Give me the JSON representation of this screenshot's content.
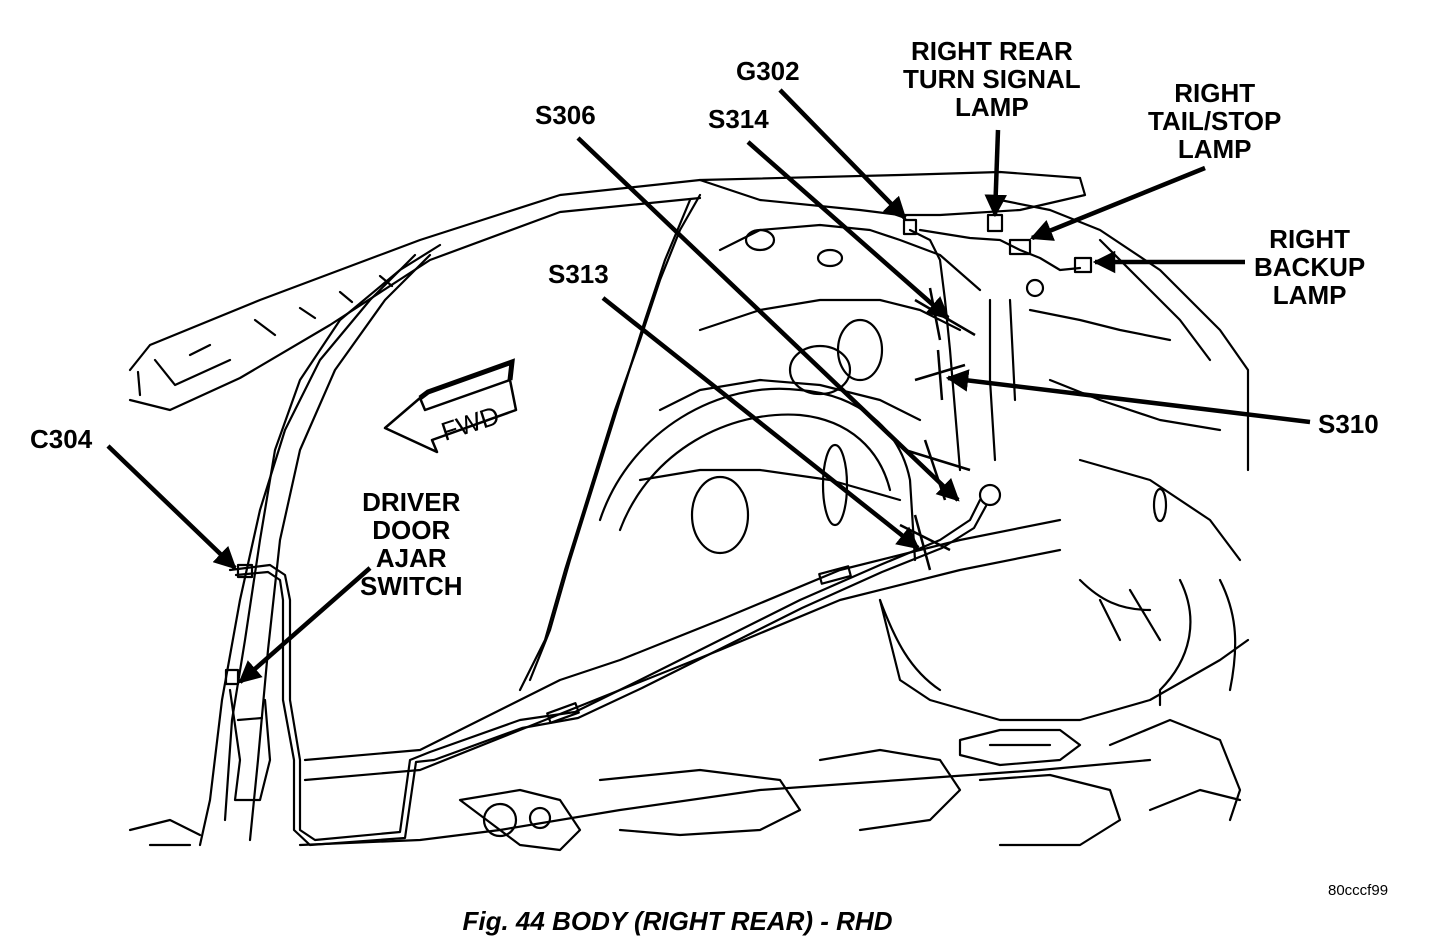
{
  "callouts": {
    "g302": "G302",
    "right_rear_turn_signal_lamp": [
      "RIGHT REAR",
      "TURN SIGNAL",
      "LAMP"
    ],
    "right_tail_stop_lamp": [
      "RIGHT",
      "TAIL/STOP",
      "LAMP"
    ],
    "right_backup_lamp": [
      "RIGHT",
      "BACKUP",
      "LAMP"
    ],
    "s306": "S306",
    "s314": "S314",
    "s313": "S313",
    "s310": "S310",
    "c304": "C304",
    "driver_door_ajar_switch": [
      "DRIVER",
      "DOOR",
      "AJAR",
      "SWITCH"
    ]
  },
  "direction_arrow": {
    "label": "FWD"
  },
  "figure_code": "80cccf99",
  "caption": "Fig. 44 BODY (RIGHT REAR) - RHD"
}
